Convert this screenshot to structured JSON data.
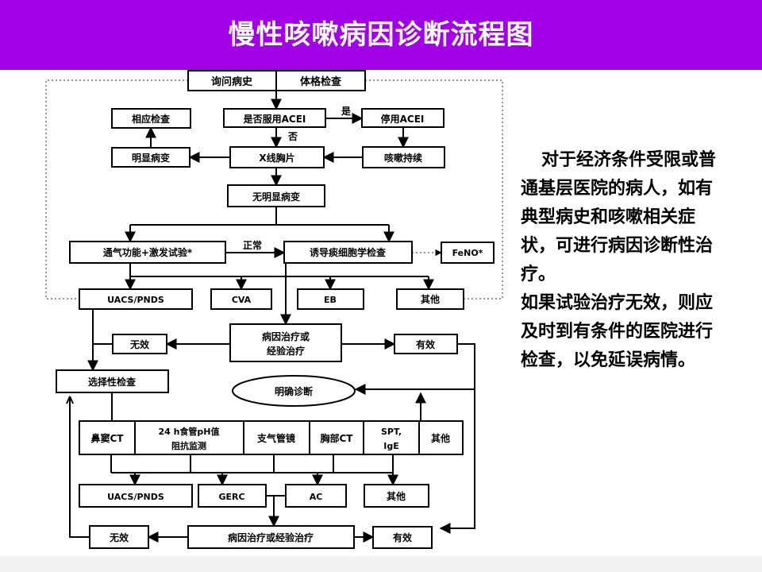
{
  "title": "慢性咳嗽病因诊断流程图",
  "note": {
    "paragraph1": "对于经济条件受限或普通基层医院的病人，如有典型病史和咳嗽相关症状，可进行病因诊断性治疗。",
    "paragraph2": "如果试验治疗无效，则应及时到有条件的医院进行检查，以免延误病情。"
  },
  "flow": {
    "history": "询问病史",
    "physical_exam": "体格检查",
    "acei_question": "是否服用ACEI",
    "yes": "是",
    "stop_acei": "停用ACEI",
    "relevant_exam": "相应检查",
    "no": "否",
    "obvious_lesion": "明显病变",
    "xray": "X线胸片",
    "cough_persists": "咳嗽持续",
    "no_obvious_lesion": "无明显病变",
    "lung_function": "通气功能+激发试验*",
    "normal": "正常",
    "sputum_test": "诱导痰细胞学检查",
    "feno": "FeNO*",
    "dx_uacs": "UACS/PNDS",
    "dx_cva": "CVA",
    "dx_eb": "EB",
    "dx_other": "其他",
    "invalid": "无效",
    "etiologic_treatment_line1": "病因治疗或",
    "etiologic_treatment_line2": "经验治疗",
    "effective": "有效",
    "selective_exam": "选择性检查",
    "clear_diagnosis": "明确诊断",
    "sinus_ct": "鼻窦CT",
    "ph_line1": "24 h食管pH值",
    "ph_line2": "阻抗监测",
    "bronchoscopy": "支气管镜",
    "chest_ct": "胸部CT",
    "spt_line1": "SPT,",
    "spt_line2": "IgE",
    "other_exam": "其他",
    "final_uacs": "UACS/PNDS",
    "final_gerc": "GERC",
    "final_ac": "AC",
    "final_other": "其他",
    "final_invalid": "无效",
    "final_treatment": "病因治疗或经验治疗",
    "final_effective": "有效"
  }
}
